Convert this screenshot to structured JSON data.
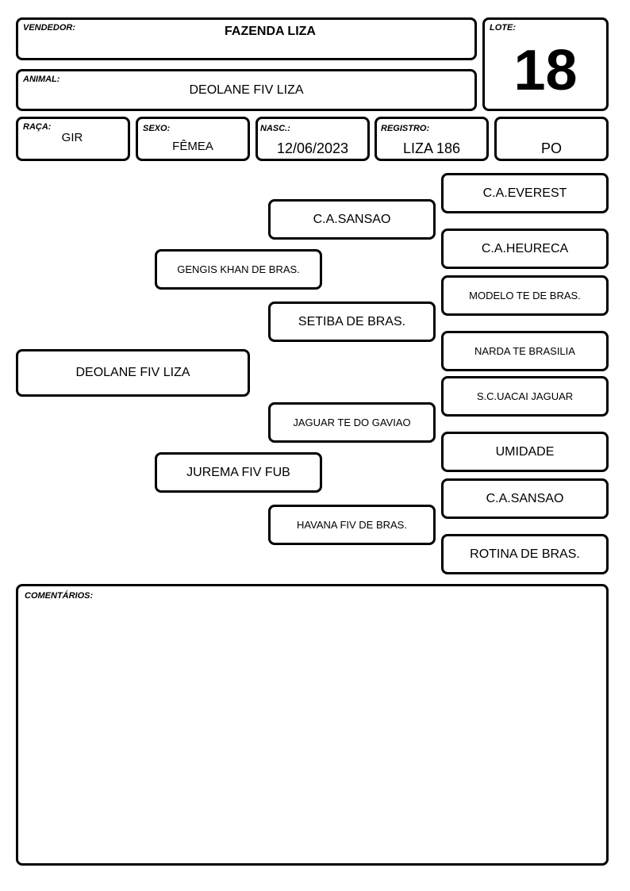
{
  "header": {
    "vendedor_label": "VENDEDOR:",
    "vendedor": "FAZENDA LIZA",
    "lote_label": "LOTE:",
    "lote": "18",
    "animal_label": "ANIMAL:",
    "animal": "DEOLANE FIV LIZA"
  },
  "info": {
    "raca_label": "RAÇA:",
    "raca": "GIR",
    "sexo_label": "SEXO:",
    "sexo": "FÊMEA",
    "nasc_label": "NASC.:",
    "nasc": "12/06/2023",
    "registro_label": "REGISTRO:",
    "registro": "LIZA 186",
    "tipo": "PO"
  },
  "pedigree": {
    "animal": "DEOLANE FIV LIZA",
    "sire": "GENGIS KHAN DE BRAS.",
    "dam": "JUREMA FIV FUB",
    "sire_sire": "C.A.SANSAO",
    "sire_dam": "SETIBA DE BRAS.",
    "dam_sire": "JAGUAR TE DO GAVIAO",
    "dam_dam": "HAVANA FIV DE BRAS.",
    "gen3": [
      "C.A.EVEREST",
      "C.A.HEURECA",
      "MODELO TE DE BRAS.",
      "NARDA TE BRASILIA",
      "S.C.UACAI JAGUAR",
      "UMIDADE",
      "C.A.SANSAO",
      "ROTINA DE BRAS."
    ]
  },
  "comments": {
    "label": "COMENTÁRIOS:",
    "text": ""
  }
}
